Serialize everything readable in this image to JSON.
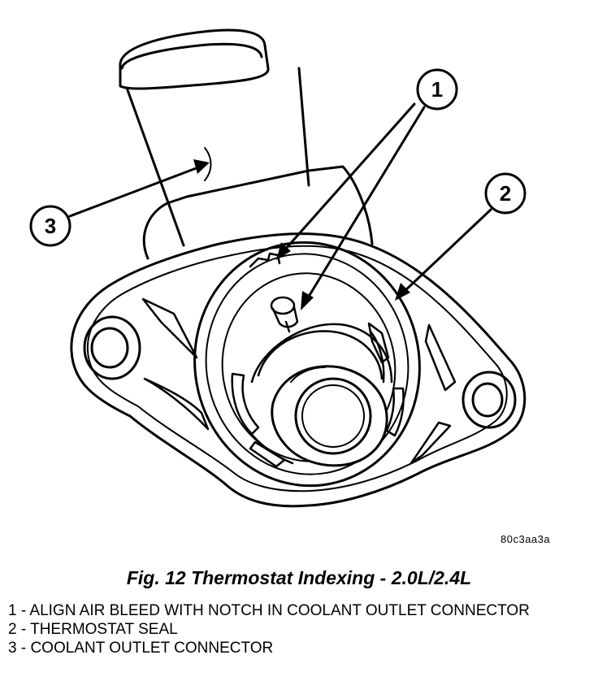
{
  "diagram": {
    "callouts": [
      {
        "number": "1"
      },
      {
        "number": "2"
      },
      {
        "number": "3"
      }
    ],
    "figure_id": "80c3aa3a"
  },
  "caption": "Fig. 12 Thermostat Indexing - 2.0L/2.4L",
  "legend": [
    {
      "text": "1 - ALIGN AIR BLEED WITH NOTCH IN COOLANT OUTLET CONNECTOR"
    },
    {
      "text": "2 - THERMOSTAT SEAL"
    },
    {
      "text": "3 - COOLANT OUTLET CONNECTOR"
    }
  ]
}
